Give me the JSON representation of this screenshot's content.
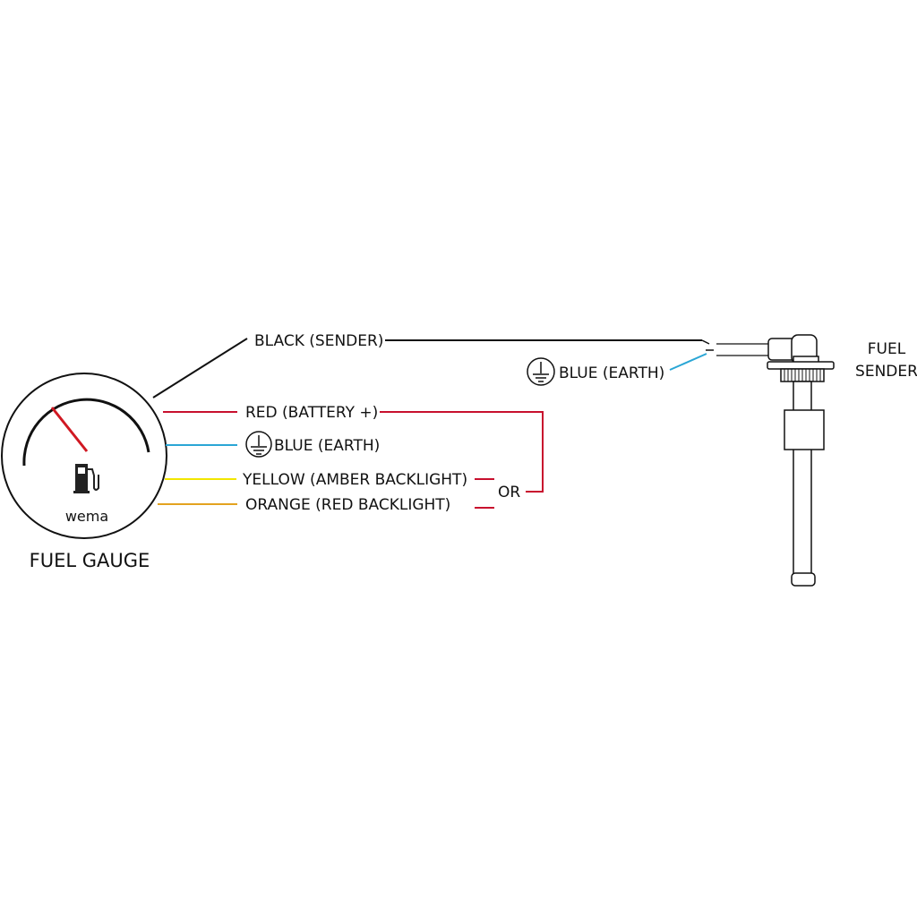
{
  "gauge": {
    "title": "FUEL GAUGE",
    "brand": "wema",
    "icon": "fuel-pump-icon"
  },
  "sender": {
    "title_line1": "FUEL",
    "title_line2": "SENDER",
    "earth_label": "BLUE (EARTH)",
    "earth_icon": "ground-symbol-icon"
  },
  "wires": {
    "black": "BLACK (SENDER)",
    "red": "RED (BATTERY +)",
    "blue": "BLUE (EARTH)",
    "yellow": "YELLOW (AMBER BACKLIGHT)",
    "orange": "ORANGE (RED BACKLIGHT)",
    "or": "OR"
  },
  "colors": {
    "black": "#111111",
    "red": "#c8102e",
    "blue": "#2aa6d5",
    "yellow": "#f2e600",
    "orange": "#e3a31f",
    "needle": "#d01822"
  }
}
